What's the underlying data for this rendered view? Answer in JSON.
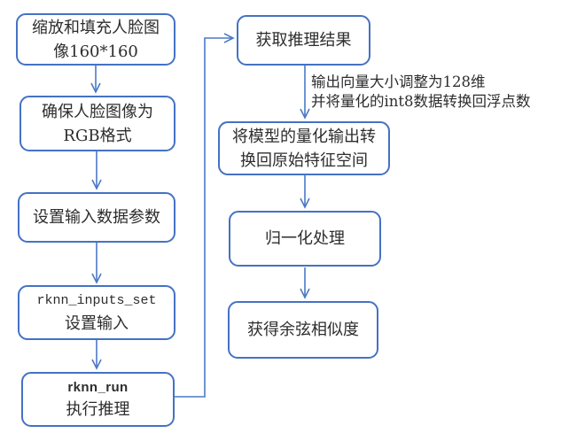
{
  "diagram": {
    "description": "RKNN face-recognition inference flowchart",
    "colors": {
      "box_border": "#4472C4",
      "connector_line": "#4b79c6",
      "box_fill": "#ffffff",
      "text": "#2d2d2d",
      "background": "#ffffff"
    },
    "nodes": {
      "scale_pad": {
        "lines": [
          "缩放和填充人脸图",
          "像160*160"
        ]
      },
      "ensure_rgb": {
        "lines": [
          "确保人脸图像为",
          "RGB格式"
        ]
      },
      "set_params": {
        "lines": [
          "设置输入数据参数"
        ]
      },
      "inputs_set": {
        "lines": [
          "rknn_inputs_set",
          "设置输入"
        ]
      },
      "run": {
        "lines": [
          "rknn_run",
          "执行推理"
        ]
      },
      "get_result": {
        "lines": [
          "获取推理结果"
        ]
      },
      "dequant": {
        "lines": [
          "将模型的量化输出转",
          "换回原始特征空间"
        ]
      },
      "normalize": {
        "lines": [
          "归一化处理"
        ]
      },
      "cosine": {
        "lines": [
          "获得余弦相似度"
        ]
      }
    },
    "annotation": {
      "lines": [
        "输出向量大小调整为128维",
        "并将量化的int8数据转换回浮点数"
      ]
    },
    "edges": [
      "scale_pad->ensure_rgb",
      "ensure_rgb->set_params",
      "set_params->inputs_set",
      "inputs_set->run",
      "run->get_result",
      "get_result->dequant",
      "dequant->normalize",
      "normalize->cosine"
    ]
  }
}
